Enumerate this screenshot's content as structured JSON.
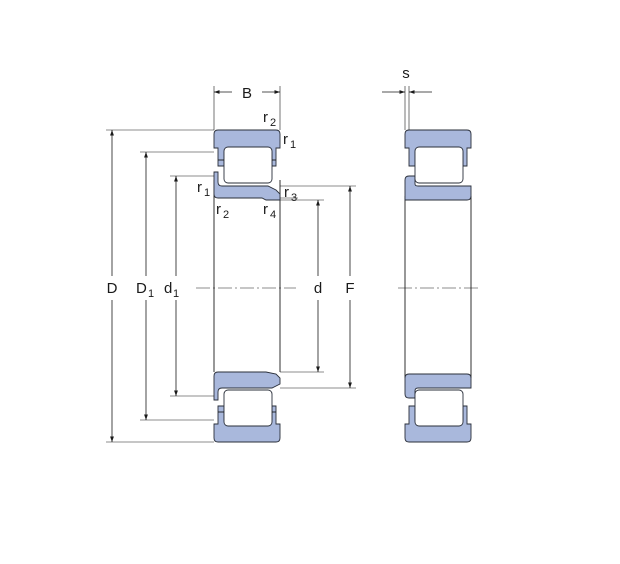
{
  "colors": {
    "ring_fill": "#a9b8dc",
    "ring_stroke": "#2a2f3a",
    "roller_fill": "#ffffff",
    "line": "#1a1a1a"
  },
  "labels": {
    "B": "B",
    "s": "s",
    "D": "D",
    "D1": "D",
    "D1_sub": "1",
    "d1": "d",
    "d1_sub": "1",
    "d": "d",
    "F": "F",
    "r_sym": "r",
    "r1_sub": "1",
    "r2_sub": "2",
    "r3_sub": "3",
    "r4_sub": "4"
  }
}
